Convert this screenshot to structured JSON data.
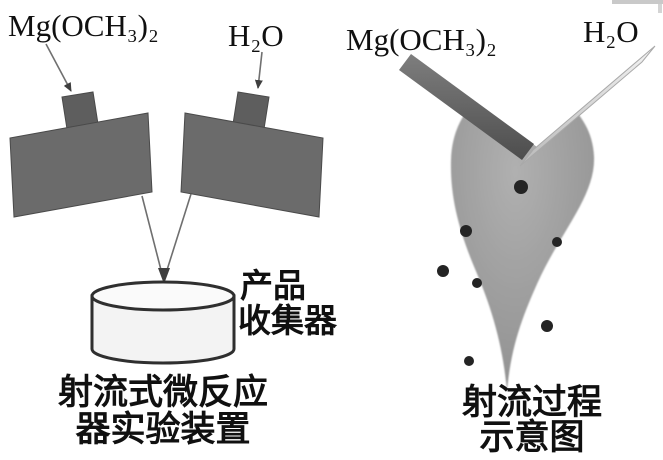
{
  "left_panel": {
    "reagent_a": "Mg(OCH₃)₂",
    "reagent_b": "H₂O",
    "collector_line1": "产品",
    "collector_line2": "收集器",
    "caption_line1": "射流式微反应",
    "caption_line2": "器实验装置"
  },
  "right_panel": {
    "reagent_a": "Mg(OCH₃)₂",
    "reagent_b": "H₂O",
    "caption_line1": "射流过程",
    "caption_line2": "示意图"
  },
  "colors": {
    "block": "#6b6b6b",
    "nozzle": "#5e5e5e",
    "cylinder_fill": "#f3f3f3",
    "cylinder_top": "#fafafa",
    "outline": "#2f2f2f",
    "plume": "#9e9e9e",
    "jet_dark": "#5a5a5a",
    "jet_light": "#d9d9d9",
    "droplet": "#242424",
    "arrow": "#707070",
    "text": "#101010"
  }
}
